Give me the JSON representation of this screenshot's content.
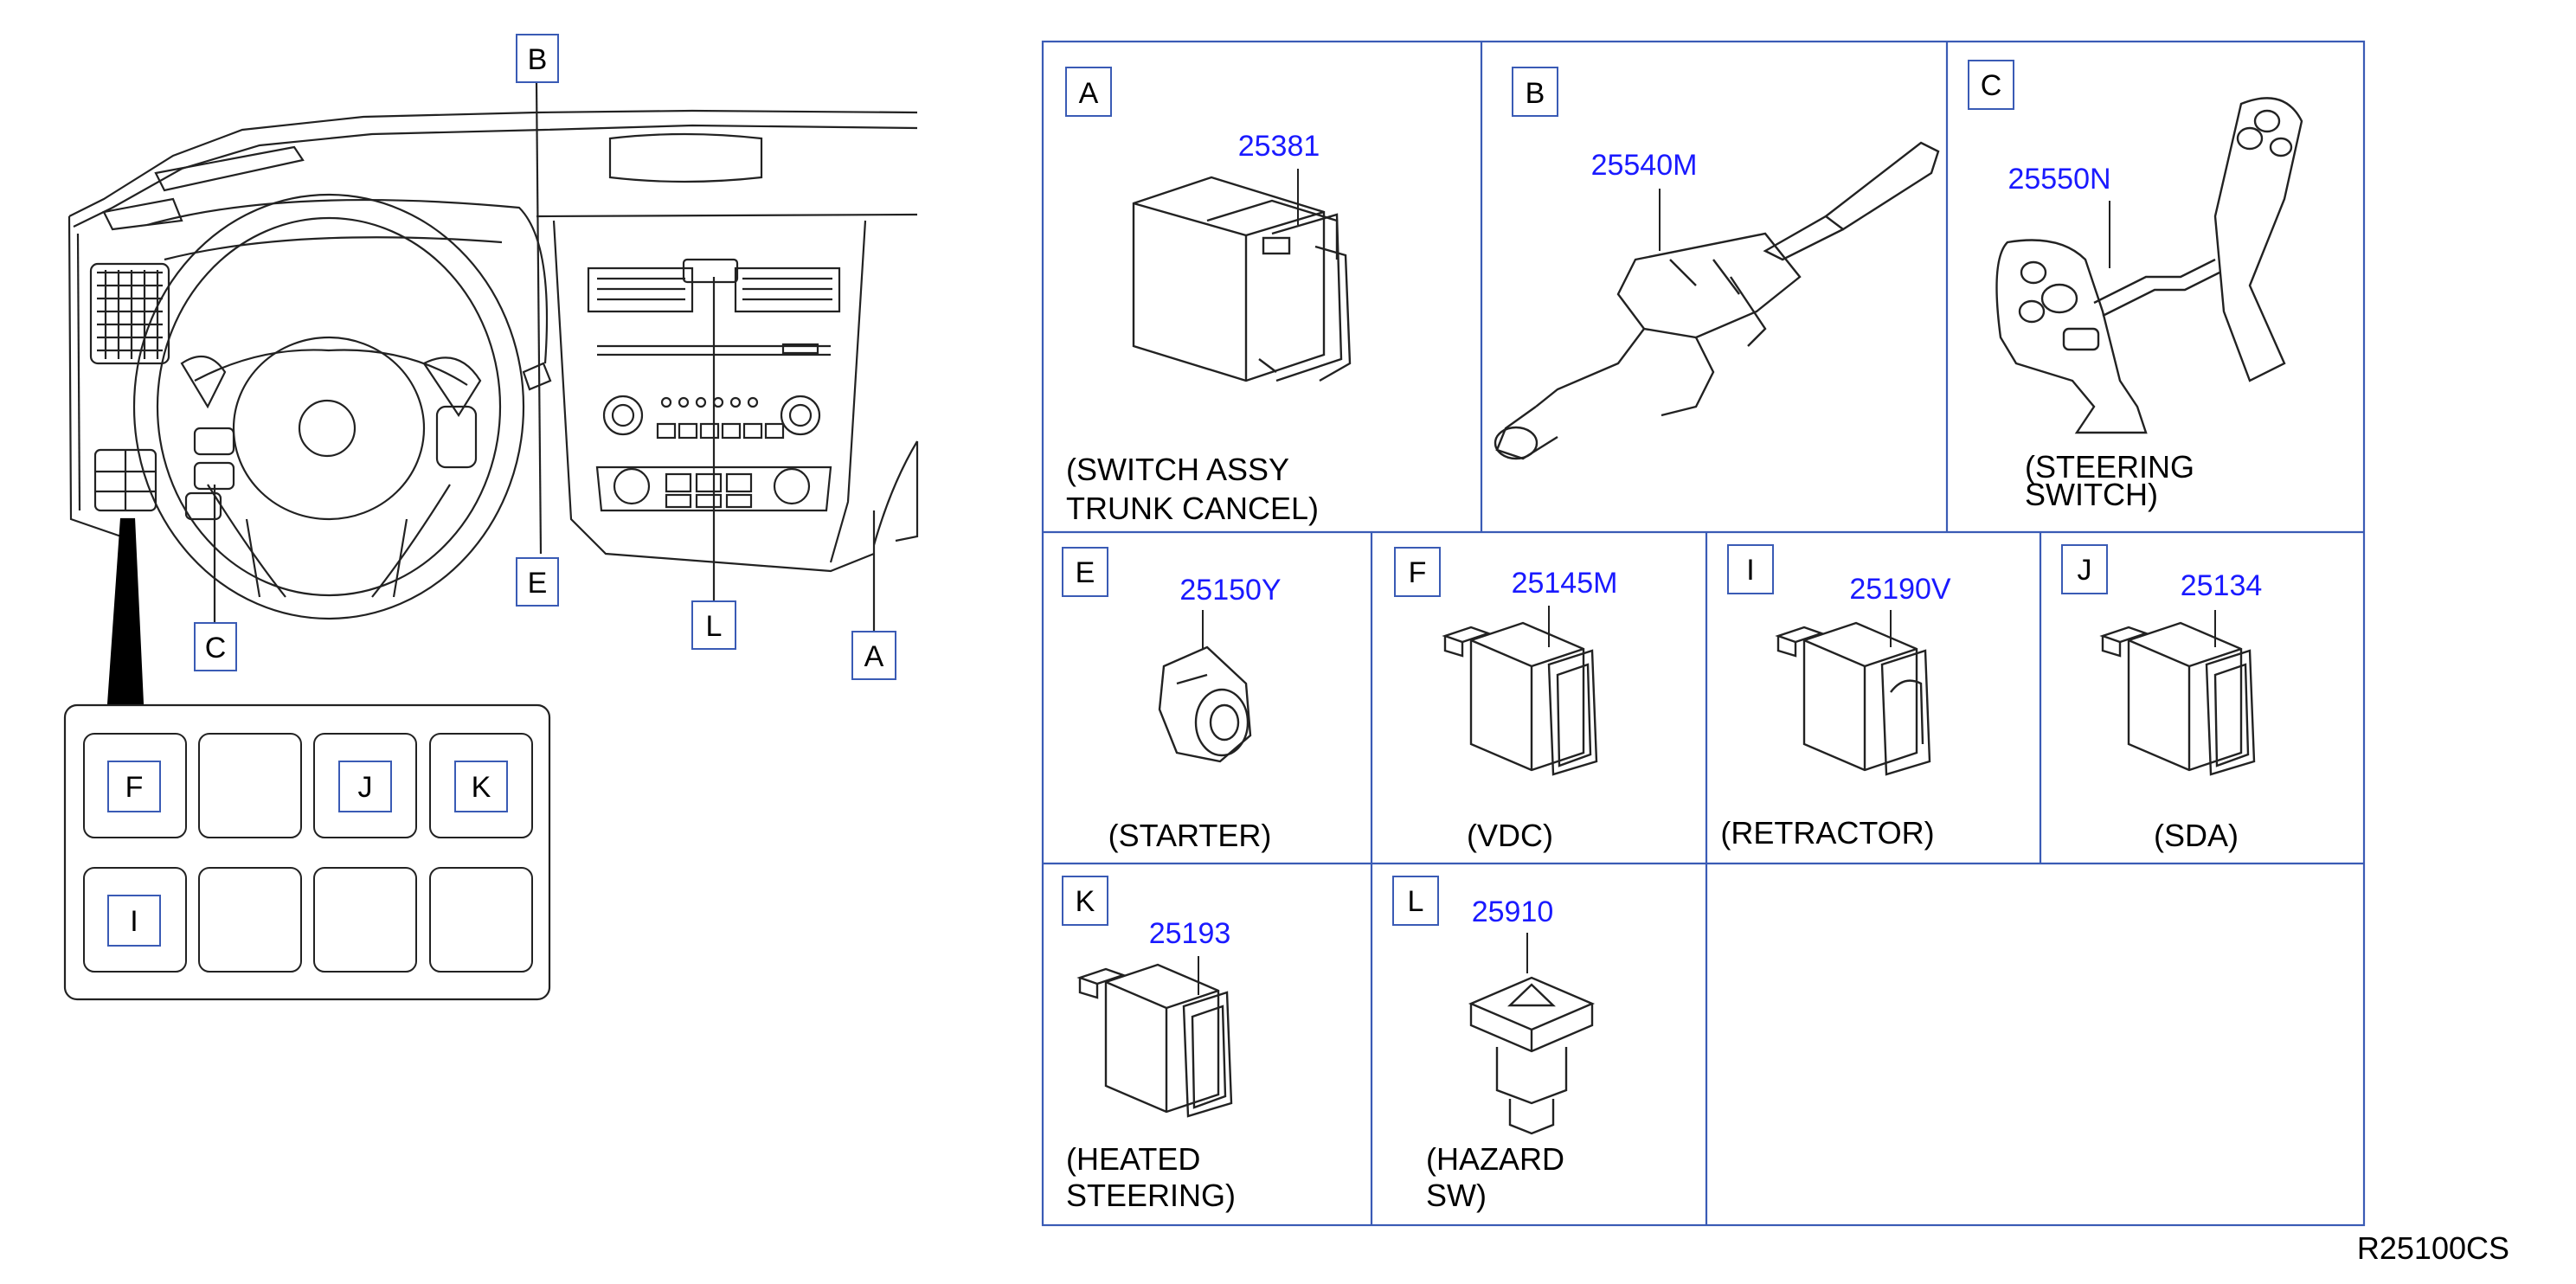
{
  "dashboard_callouts": [
    "B",
    "E",
    "C",
    "L",
    "A"
  ],
  "switch_panel_callouts": [
    "F",
    "J",
    "K",
    "I"
  ],
  "cells": [
    {
      "key": "A",
      "part": "25381",
      "caption": [
        "(SWITCH   ASSY",
        "TRUNK   CANCEL)"
      ]
    },
    {
      "key": "B",
      "part": "25540M",
      "caption": []
    },
    {
      "key": "C",
      "part": "25550N",
      "caption": [
        "(STEERING",
        "SWITCH)"
      ]
    },
    {
      "key": "E",
      "part": "25150Y",
      "caption": [
        "(STARTER)"
      ]
    },
    {
      "key": "F",
      "part": "25145M",
      "caption": [
        "(VDC)"
      ]
    },
    {
      "key": "I",
      "part": "25190V",
      "caption": [
        "(RETRACTOR)"
      ]
    },
    {
      "key": "J",
      "part": "25134",
      "caption": [
        "(SDA)"
      ]
    },
    {
      "key": "K",
      "part": "25193",
      "caption": [
        "(HEATED",
        "STEERING)"
      ]
    },
    {
      "key": "L",
      "part": "25910",
      "caption": [
        "(HAZARD",
        "SW)"
      ]
    }
  ],
  "colors": {
    "grid_line": "#3a5bb5",
    "part_number": "#1a1aff",
    "ink": "#000000"
  },
  "reference_code": "R25100CS"
}
